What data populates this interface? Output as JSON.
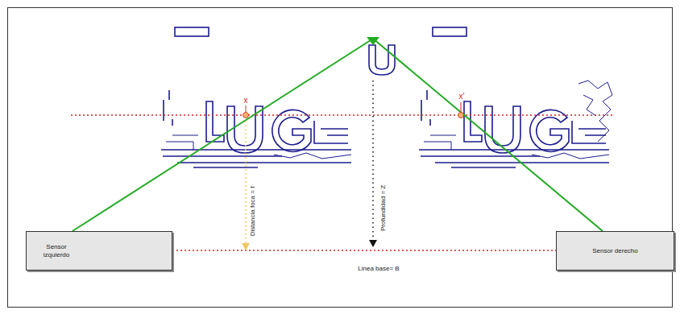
{
  "diagram": {
    "nodes": [
      {
        "text": [
          "Sensor izquierdo"
        ]
      },
      {
        "text": [
          "Sensor derecho"
        ]
      }
    ],
    "labels": [
      "x",
      "x'",
      "Distancia foca = f",
      "Profundidad = Z",
      "Linea base= B"
    ]
  }
}
